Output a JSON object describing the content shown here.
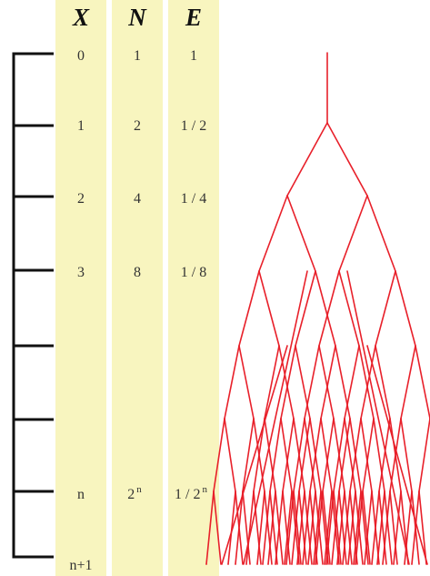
{
  "table": {
    "columns": [
      {
        "key": "x",
        "header": "X"
      },
      {
        "key": "n",
        "header": "N"
      },
      {
        "key": "e",
        "header": "E"
      }
    ],
    "rows": [
      {
        "x": "0",
        "n": "1",
        "e": "1"
      },
      {
        "x": "1",
        "n": "2",
        "e": "1 / 2"
      },
      {
        "x": "2",
        "n": "4",
        "e": "1 / 4"
      },
      {
        "x": "3",
        "n": "8",
        "e": "1 / 8"
      },
      {
        "x": "",
        "n": "",
        "e": ""
      },
      {
        "x": "",
        "n": "",
        "e": ""
      },
      {
        "x": "n",
        "n": "2",
        "n_sup": "n",
        "e": "1 / 2",
        "e_sup": "n"
      },
      {
        "x": "n+1",
        "n": "",
        "e": ""
      }
    ]
  },
  "colors": {
    "column_fill": "#f8f5bf",
    "tree_stroke": "#e8202a",
    "scale_stroke": "#111111"
  }
}
